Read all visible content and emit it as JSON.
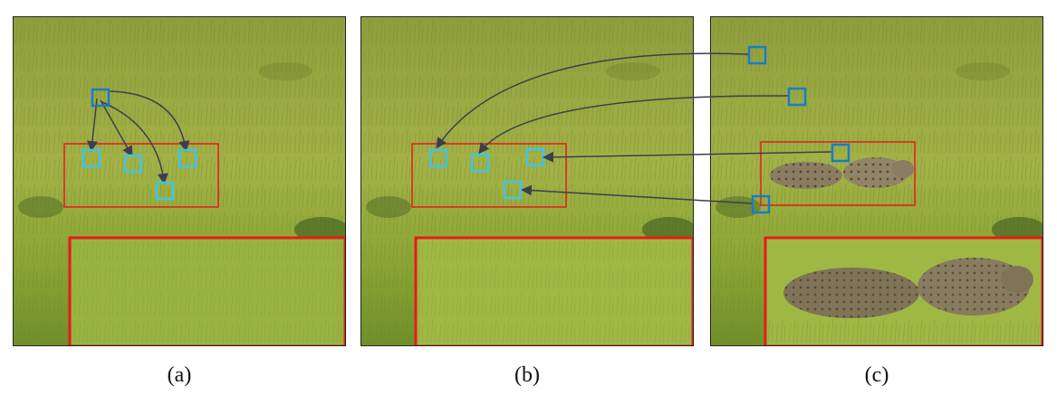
{
  "panels": [
    {
      "caption": "(a)"
    },
    {
      "caption": "(b)"
    },
    {
      "caption": "(c)"
    }
  ],
  "colors": {
    "query_patch": "#1a7cc8",
    "key_patch": "#41c4e8",
    "roi_box": "#e81a1a",
    "arrow": "#3b3f4e",
    "grass_light": "#a7b94a",
    "grass_dark": "#5f7a2a"
  }
}
